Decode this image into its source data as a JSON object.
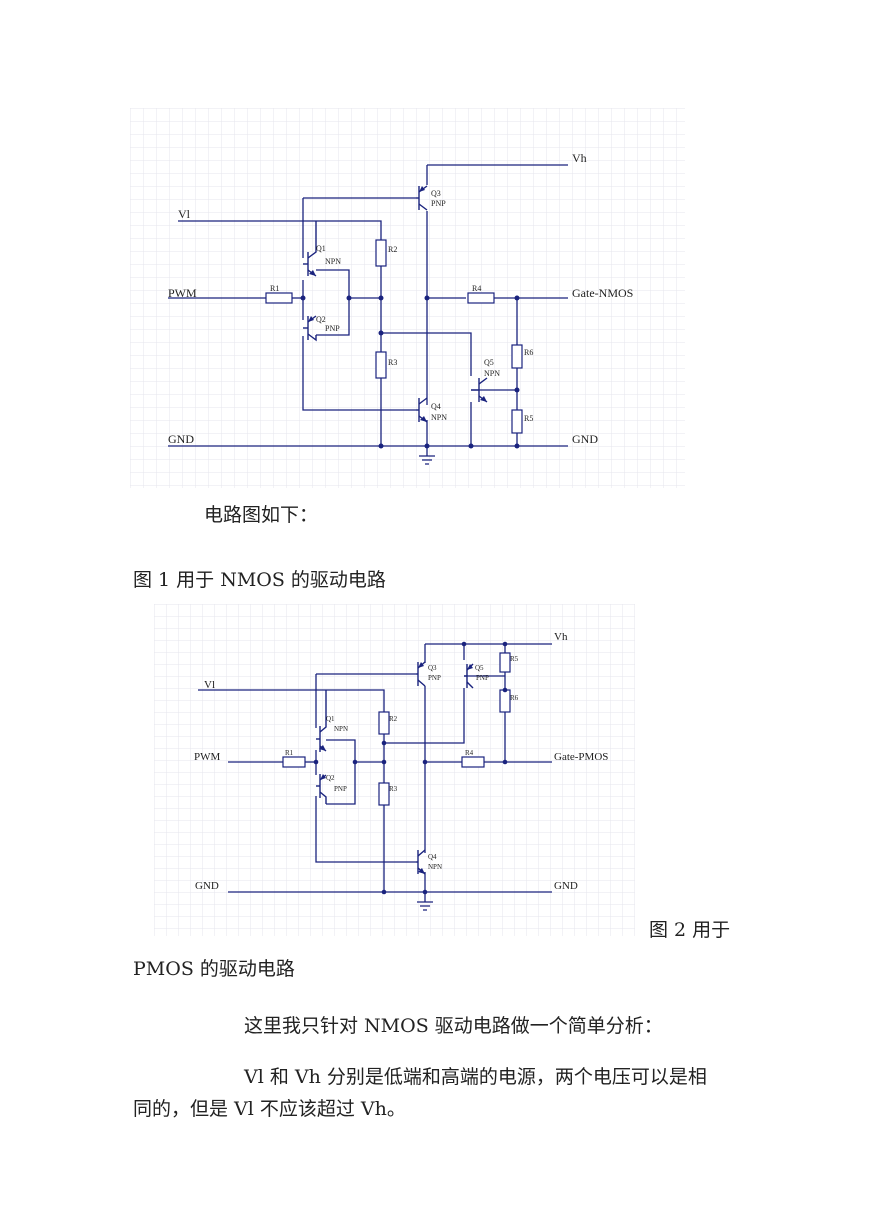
{
  "figure1": {
    "labels": {
      "vh": "Vh",
      "vl": "Vl",
      "pwm": "PWM",
      "gnd_left": "GND",
      "gnd_right": "GND",
      "gate": "Gate-NMOS",
      "q1": "Q1",
      "q1_type": "NPN",
      "q2": "Q2",
      "q2_type": "PNP",
      "q3": "Q3",
      "q3_type": "PNP",
      "q4": "Q4",
      "q4_type": "NPN",
      "q5": "Q5",
      "q5_type": "NPN",
      "r1": "R1",
      "r2": "R2",
      "r3": "R3",
      "r4": "R4",
      "r5": "R5",
      "r6": "R6"
    }
  },
  "figure2": {
    "labels": {
      "vh": "Vh",
      "vl": "Vl",
      "pwm": "PWM",
      "gnd_left": "GND",
      "gnd_right": "GND",
      "gate": "Gate-PMOS",
      "q1": "Q1",
      "q1_type": "NPN",
      "q2": "Q2",
      "q2_type": "PNP",
      "q3": "Q3",
      "q3_type": "PNP",
      "q4": "Q4",
      "q4_type": "NPN",
      "q5": "Q5",
      "q5_type": "PNP",
      "r1": "R1",
      "r2": "R2",
      "r3": "R3",
      "r4": "R4",
      "r5": "R5",
      "r6": "R6"
    }
  },
  "text": {
    "intro": "电路图如下：",
    "caption1": "图 1 用于 NMOS 的驱动电路",
    "caption2_part1": "图 2 用于",
    "caption2_part2": "PMOS 的驱动电路",
    "para1": "这里我只针对 NMOS 驱动电路做一个简单分析：",
    "para2_line1": "Vl 和 Vh 分别是低端和高端的电源，两个电压可以是相",
    "para2_line2": "同的，但是 Vl 不应该超过 Vh。"
  }
}
